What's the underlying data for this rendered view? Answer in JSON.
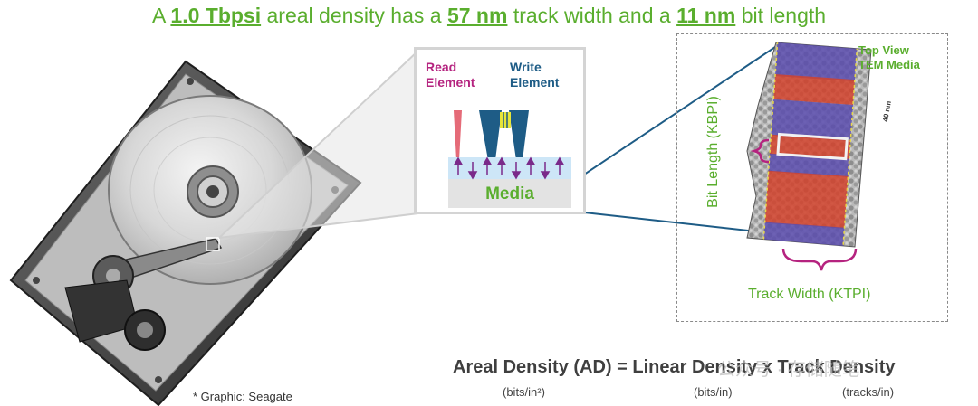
{
  "headline": {
    "prefix": "A ",
    "density": "1.0 Tbpsi",
    "mid1": " areal density has a ",
    "track_width": "57 nm",
    "mid2": " track width and a ",
    "bit_length": "11 nm",
    "suffix": " bit length"
  },
  "callout": {
    "read_element": "Read\nElement",
    "write_element": "Write\nElement",
    "media": "Media"
  },
  "tem": {
    "title": "Top View\nTEM Media",
    "bit_length_axis": "Bit  Length (KBPI)",
    "track_width_axis": "Track Width (KTPI)",
    "scale_bar": "40 nm"
  },
  "formula": {
    "text": "Areal Density (AD) = Linear Density x Track Density",
    "unit_ad": "(bits/in²)",
    "unit_linear": "(bits/in)",
    "unit_track": "(tracks/in)"
  },
  "credit": "* Graphic: Seagate",
  "watermark": "公众号 · 存储随笔",
  "colors": {
    "green": "#5aae2e",
    "magenta": "#b5237f",
    "navy": "#1e5c86",
    "read_element": "#e56b78",
    "media_bits_red": "#d2422c",
    "media_bits_blue": "#5a4cae"
  }
}
